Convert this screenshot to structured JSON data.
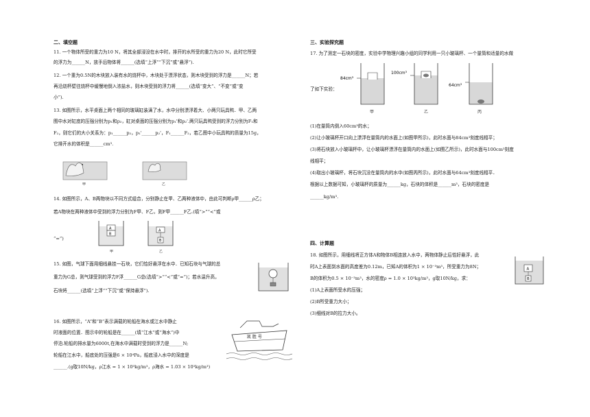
{
  "left_column": {
    "section_fill": "二、填空题",
    "q11": {
      "line1": "11.    一个物体所受的重力为10 N，将其全部浸没在水中时，排开的水所受的重力为20 N，此时它所受",
      "line2": "的浮力为______N，放手后物体将______(选填“上浮”“下沉”或“悬浮”)."
    },
    "q12": {
      "line1": "12.    一个重为0.5N的木块放入装有水的烧杯中，木块处于漂浮状态，则木块受到的浮力是______N；若",
      "line2": "再沿烧杯壁往烧杯中缓慢地倒入浓盐水，则木块受到的浮力将______(选填“变大”、“不变”或“变",
      "line3": "小”)."
    },
    "q13": {
      "line1": "13.    如图所示，水平桌面上两个相同的玻璃缸装满了水，水中分别漂浮着大、小两只玩具鸭．甲、乙两",
      "line2": "图中水对缸底的压强分别为p₁和p₂，缸对桌面的压强分别为p₁'和p₂'.两只玩具鸭受到的浮力分别为F₁和",
      "line3": "F₂，则它们的大小关系为：p₁______p₂，p₁'______p₂'，F₁______F₂，若乙图中小玩具鸭的质量为15g，",
      "line4": "它排开水的体积是______cm³.",
      "fig_label_a": "甲",
      "fig_label_b": "乙"
    },
    "q14": {
      "line1": "14.    如图所示，A、B两物块以不同方式组合，分别静止在甲、乙两种液体中，由此可判断ρ甲______ρ乙；",
      "line2": "若A物块在两种液体中受到的浮力分别为F甲、F乙，则F甲______F乙.(填“>”“<”或",
      "line3": "“=”)",
      "fig_label_a": "甲",
      "fig_label_b": "乙",
      "block_a": "A",
      "block_b": "B"
    },
    "q15": {
      "line1": "15.    如图，气球下面用细线悬挂一石块，它们恰好悬浮在水中．已知石块与气球的总",
      "line2": "重力为G总，则气球受到的浮力F浮______G总(选填“>”“<”或“=”)；若水温升高，",
      "line3": "石块将______(选填“上浮”“下沉”或“保持悬浮”)."
    },
    "q16": {
      "line1": "16.    如图所示，“A”和“B”表示满载的轮船在海水或江水中静止",
      "line2": "时液面的位置．图示中的轮船是在______(填“江水”或“海水”)中",
      "line3": "停泊.轮船的排水量为6000t,在海水中满载时受到的浮力是______N;",
      "line4": "轮船在江水中，船底处的压强是6 × 10⁴Pa，船底浸入水中的深度是",
      "line5": "______.(g取10N/kg，ρ江水 = 1 × 10³kg/m³，ρ海水 = 1.03 × 10³kg/m³)",
      "ship_name": "凯 胜 号"
    }
  },
  "right_column": {
    "section_experiment": "三、实验探究题",
    "q17": {
      "line1": "17.    为了测定一石块的密度，实验中学物理兴趣小组的同学利用一只小玻璃杯、一个量筒和适量的水做",
      "line2": "了如下实验：",
      "cyl1_label": "84cm³",
      "cyl2_label": "100cm³",
      "cyl3_label": "64cm³",
      "fig_a": "甲",
      "fig_b": "乙",
      "fig_c": "丙",
      "step1": "(1)在量筒内倒入60cm³的水；",
      "step2": "(2)让小玻璃杯开口向上漂浮在量筒内的水面上(如图甲所示)，此时水面与84cm³刻度线相平；",
      "step3a": "(3)将石块放入小玻璃杯中，让小玻璃杯漂浮在量筒内的水面上(如图乙所示)，此时水面与100cm³刻度",
      "step3b": "线相平；",
      "step4": "(4)取出小玻璃杯，将石块沉没在量筒内的水中(如图丙所示)，此时水面与64cm³刻度线相平．",
      "result1": "根据以上数据可知，小玻璃杯的质量为______kg，石块的体积是______m³，石块的密度是",
      "result2": "______kg/m³."
    },
    "section_calc": "四、计算题",
    "q18": {
      "line1": "18.    如图所示，用细线将正方体A和物体B相连放入水中，两物体静止后恰好悬浮，此",
      "line2": "时A上表面到水面的高度差为0.12m，已知A的体积为1 × 10⁻³m³，所受重力为8N；",
      "line3": "B的体积为0.5 × 10⁻³m³，水的密度ρ = 1.0 × 10³kg/m³，g取10N/kg，求：",
      "q1": "(1)A上表面所受水的压强；",
      "q2": "(2)B所受重力大小；",
      "q3": "(3)细线对B的拉力大小。",
      "block_a": "A",
      "block_b": "B"
    }
  }
}
